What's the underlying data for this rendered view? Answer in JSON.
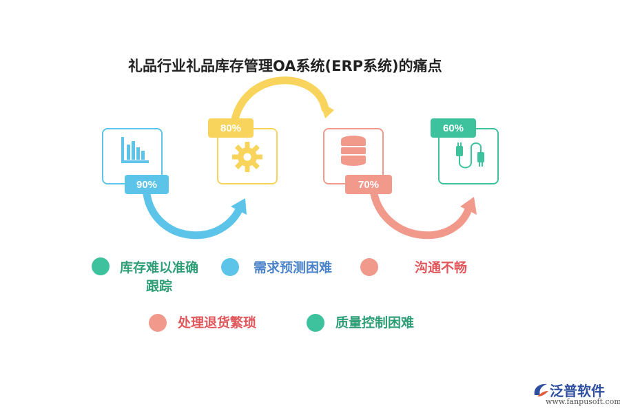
{
  "title": "礼品行业礼品库存管理OA系统(ERP系统)的痛点",
  "steps": [
    {
      "badge": "90%",
      "color": "#5bc4e8",
      "icon": "bar-chart-icon"
    },
    {
      "badge": "80%",
      "color": "#f9d45c",
      "icon": "gear-icon"
    },
    {
      "badge": "70%",
      "color": "#f19a8c",
      "icon": "database-icon"
    },
    {
      "badge": "60%",
      "color": "#3ec29e",
      "icon": "cable-plug-icon"
    }
  ],
  "legend": [
    {
      "line1": "库存难以准确",
      "line2": "跟踪",
      "dot_color": "#3ec29e",
      "text_color": "#2e9e76"
    },
    {
      "line1": "需求预测困难",
      "line2": "",
      "dot_color": "#5bc4e8",
      "text_color": "#4a83c9"
    },
    {
      "line1": "沟通不畅",
      "line2": "",
      "dot_color": "#f19a8c",
      "text_color": "#e0575c"
    },
    {
      "line1": "处理退货繁琐",
      "line2": "",
      "dot_color": "#f19a8c",
      "text_color": "#e0575c"
    },
    {
      "line1": "质量控制困难",
      "line2": "",
      "dot_color": "#3ec29e",
      "text_color": "#2e9e76"
    }
  ],
  "logo": {
    "name": "泛普软件",
    "url": "www.fanpusoft.com",
    "icon": "fanpu-logo-icon"
  }
}
